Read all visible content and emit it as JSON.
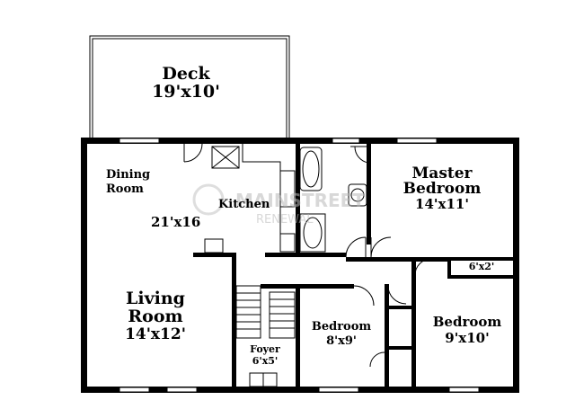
{
  "rooms": {
    "deck": {
      "name": "Deck",
      "dims": "19'x10'"
    },
    "dining": {
      "name_line1": "Dining",
      "name_line2": "Room"
    },
    "kitchen": {
      "name": "Kitchen",
      "dims": "21'x16"
    },
    "living": {
      "name_line1": "Living",
      "name_line2": "Room",
      "dims": "14'x12'"
    },
    "master": {
      "name_line1": "Master",
      "name_line2": "Bedroom",
      "dims": "14'x11'"
    },
    "closet": {
      "dims": "6'x2'"
    },
    "bedroom_center": {
      "name": "Bedroom",
      "dims": "8'x9'"
    },
    "bedroom_right": {
      "name": "Bedroom",
      "dims": "9'x10'"
    },
    "foyer": {
      "name": "Foyer",
      "dims": "6'x5'"
    }
  },
  "watermark": {
    "line1": "MAINSTREET",
    "line2": "RENEWAL"
  }
}
